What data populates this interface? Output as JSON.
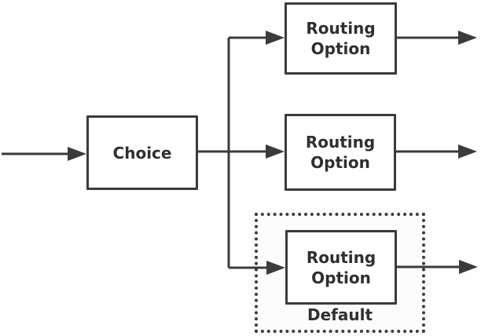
{
  "diagram": {
    "choice": {
      "label": "Choice"
    },
    "routing_options": [
      {
        "label": "Routing Option"
      },
      {
        "label": "Routing Option"
      },
      {
        "label": "Routing Option"
      }
    ],
    "default_group": {
      "label": "Default"
    }
  },
  "colors": {
    "line": "#3b3b3b",
    "box_border": "#3b3b3b",
    "text": "#2f2f2f",
    "background": "#fefefe",
    "group_background": "#fcfcfc"
  }
}
